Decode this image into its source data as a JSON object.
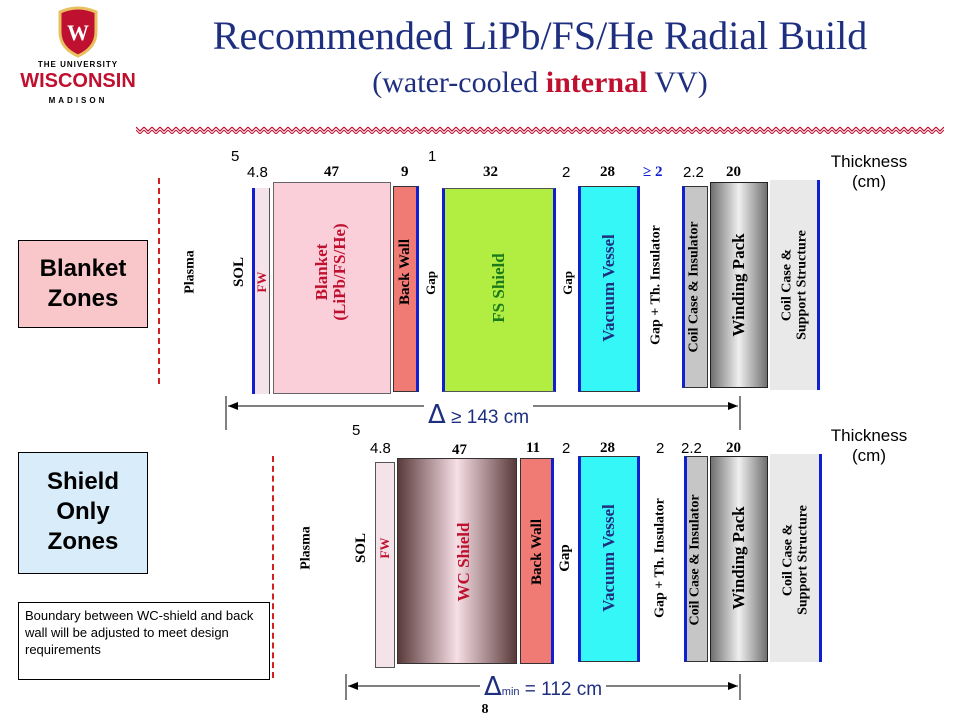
{
  "header": {
    "title": "Recommended LiPb/FS/He Radial Build",
    "subtitle_pre": "(water-cooled ",
    "subtitle_hl": "internal",
    "subtitle_post": " VV)"
  },
  "logo": {
    "shield_letter": "W",
    "line1": "THE UNIVERSITY",
    "line2": "WISCONSIN",
    "line3": "MADISON"
  },
  "colors": {
    "title": "#1f2f80",
    "accent_red": "#c0102f",
    "fw": "#f5e3ea",
    "blanket": "#fbcfd9",
    "back_wall": "#f07a74",
    "fs_shield": "#b2ee42",
    "vacuum_vessel": "#35f7f7",
    "coil_case": "#c6c6c6",
    "support": "#e9e9e9",
    "zone_blanket": "#f9c7c9",
    "zone_shield": "#d9ecfa",
    "edge_blue": "#1020d0"
  },
  "blanket_zone": {
    "box_line1": "Blanket",
    "box_line2": "Zones",
    "thickness_line1": "Thickness",
    "thickness_line2": "(cm)",
    "dimension_value": " 143 cm",
    "labels": {
      "plasma": "Plasma",
      "sol": "SOL",
      "fw": "FW",
      "blanket_line1": "Blanket",
      "blanket_line2": "(LiPb/FS/He)",
      "back_wall": "Back Wall",
      "gap1": "Gap",
      "fs_shield": "FS Shield",
      "gap2": "Gap",
      "vacuum_vessel": "Vacuum Vessel",
      "gap_insulator": "Gap + Th. Insulator",
      "coil_case_insulator": "Coil Case & Insulator",
      "winding_pack": "Winding Pack",
      "support_line1": "Coil Case &",
      "support_line2": "Support Structure"
    },
    "thickness_cm": {
      "sol": "5",
      "fw": "4.8",
      "blanket": "47",
      "back_wall": "9",
      "gap1": "1",
      "fs_shield": "32",
      "gap2": "2",
      "vacuum_vessel": "28",
      "gap_insulator": "≥ 2",
      "coil_case": "2.2",
      "winding_pack": "20"
    }
  },
  "shield_zone": {
    "box_line1": "Shield",
    "box_line2": "Only",
    "box_line3": "Zones",
    "thickness_line1": "Thickness",
    "thickness_line2": "(cm)",
    "dimension_sub": "min",
    "dimension_value": " = 112 cm",
    "labels": {
      "plasma": "Plasma",
      "sol": "SOL",
      "fw": "FW",
      "wc_shield": "WC Shield",
      "back_wall": "Back Wall",
      "gap": "Gap",
      "vacuum_vessel": "Vacuum Vessel",
      "gap_insulator": "Gap + Th. Insulator",
      "coil_case_insulator": "Coil Case & Insulator",
      "winding_pack": "Winding Pack",
      "support_line1": "Coil Case &",
      "support_line2": "Support Structure"
    },
    "thickness_cm": {
      "sol": "5",
      "fw": "4.8",
      "wc_shield": "47",
      "back_wall": "11",
      "gap": "2",
      "vacuum_vessel": "28",
      "gap_insulator": "2",
      "coil_case": "2.2",
      "winding_pack": "20"
    }
  },
  "note": "Boundary between WC-shield and back wall will be adjusted to meet design requirements",
  "page_number": "8"
}
